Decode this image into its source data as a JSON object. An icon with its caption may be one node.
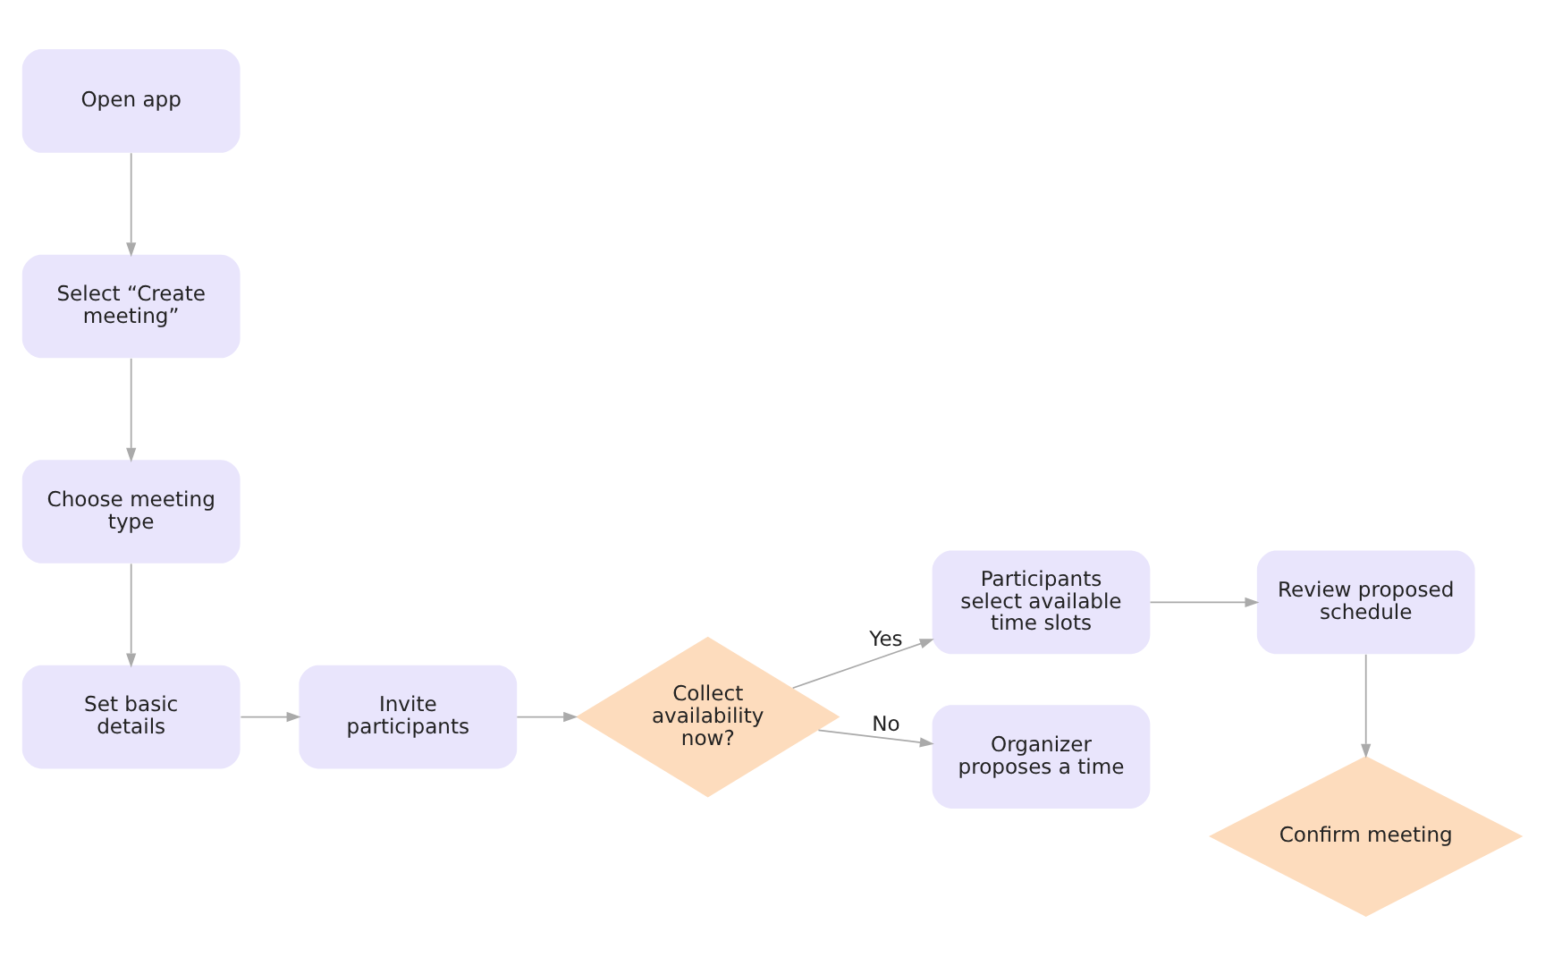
{
  "diagram": {
    "nodes": [
      {
        "text": [
          "Open app"
        ]
      },
      {
        "text": [
          "Select “Create meeting”"
        ]
      },
      {
        "text": [
          "Choose meeting type"
        ]
      },
      {
        "text": [
          "Set basic details"
        ]
      },
      {
        "text": [
          "Invite participants"
        ]
      },
      {
        "text": [
          "Collect availability now?"
        ]
      },
      {
        "text": [
          "Participants select available time slots"
        ]
      },
      {
        "text": [
          "Organizer proposes a time"
        ]
      },
      {
        "text": [
          "Review proposed schedule"
        ]
      },
      {
        "text": [
          "Confirm meeting"
        ]
      }
    ],
    "edges": [
      {
        "from": 0,
        "to": 1,
        "arrow": "to"
      },
      {
        "from": 1,
        "to": 2,
        "arrow": "to"
      },
      {
        "from": 2,
        "to": 3,
        "arrow": "to"
      },
      {
        "from": 3,
        "to": 4,
        "arrow": "to"
      },
      {
        "from": 4,
        "to": 5,
        "arrow": "to"
      },
      {
        "from": 5,
        "to": 6,
        "arrow": "to",
        "label": "Yes"
      },
      {
        "from": 5,
        "to": 7,
        "arrow": "to",
        "label": "No"
      },
      {
        "from": 6,
        "to": 8,
        "arrow": "to"
      },
      {
        "from": 8,
        "to": 9,
        "arrow": "to"
      }
    ]
  }
}
